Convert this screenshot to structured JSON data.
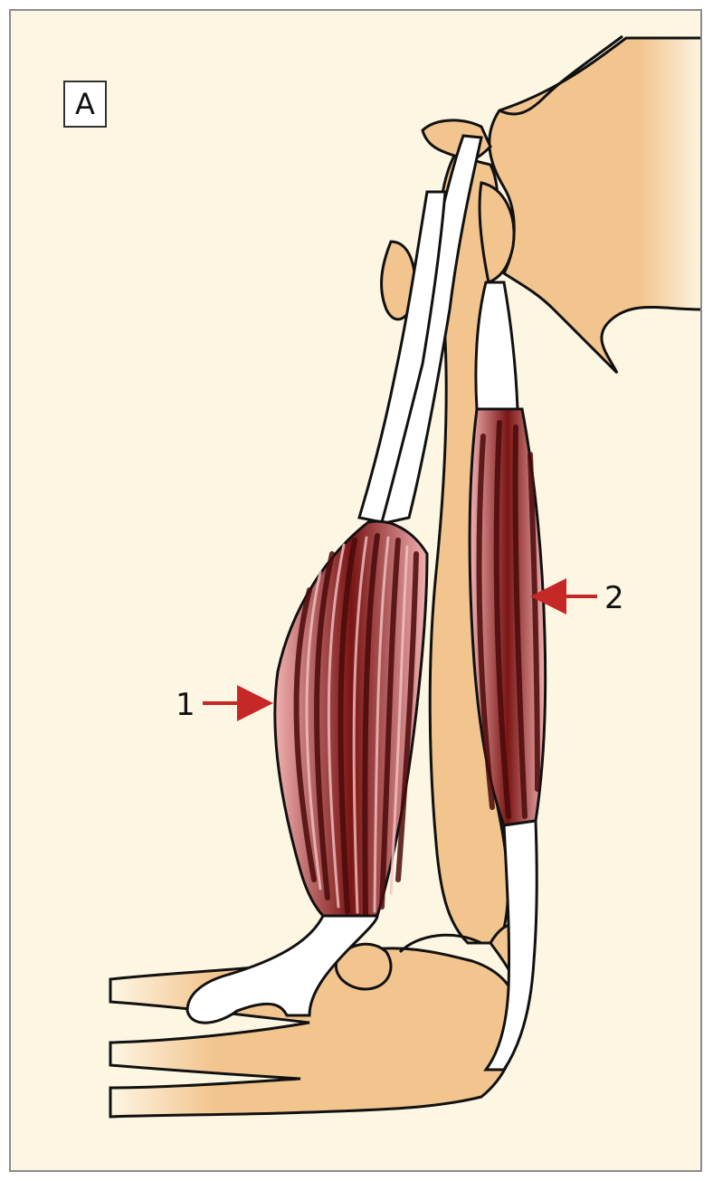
{
  "figure": {
    "panel_label": "A",
    "callouts": [
      {
        "label": "1"
      },
      {
        "label": "2"
      }
    ]
  },
  "colors": {
    "background": "#fdf6e3",
    "bone": "#f2c58f",
    "tendon": "#ffffff",
    "muscle_dark": "#5a0f0f",
    "muscle_light": "#e8a0a0",
    "arrow": "#c62828",
    "outline": "#111111"
  }
}
